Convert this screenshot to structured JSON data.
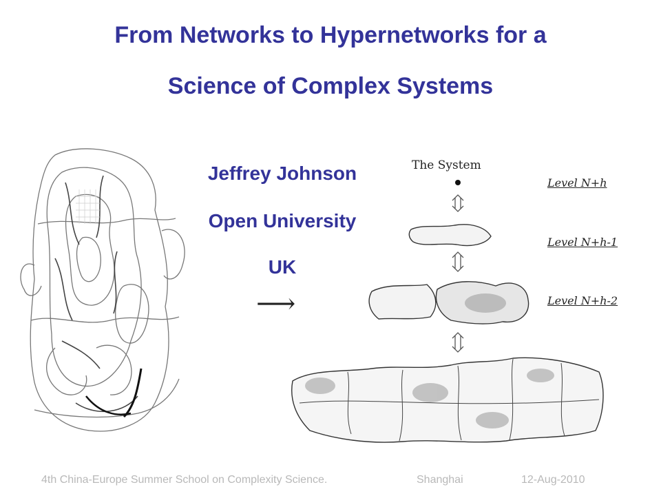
{
  "slide": {
    "title_line1": "From Networks to Hypernetworks for a",
    "title_line2": "Science of Complex Systems",
    "author": "Jeffrey Johnson",
    "affiliation": "Open University",
    "country": "UK",
    "arrow": "⟶"
  },
  "figure": {
    "system_label": "The System",
    "levels": [
      "Level N+h",
      "Level N+h-1",
      "Level N+h-2"
    ]
  },
  "footer": {
    "event": "4th China-Europe Summer School on Complexity Science.",
    "location": "Shanghai",
    "date": "12-Aug-2010"
  }
}
